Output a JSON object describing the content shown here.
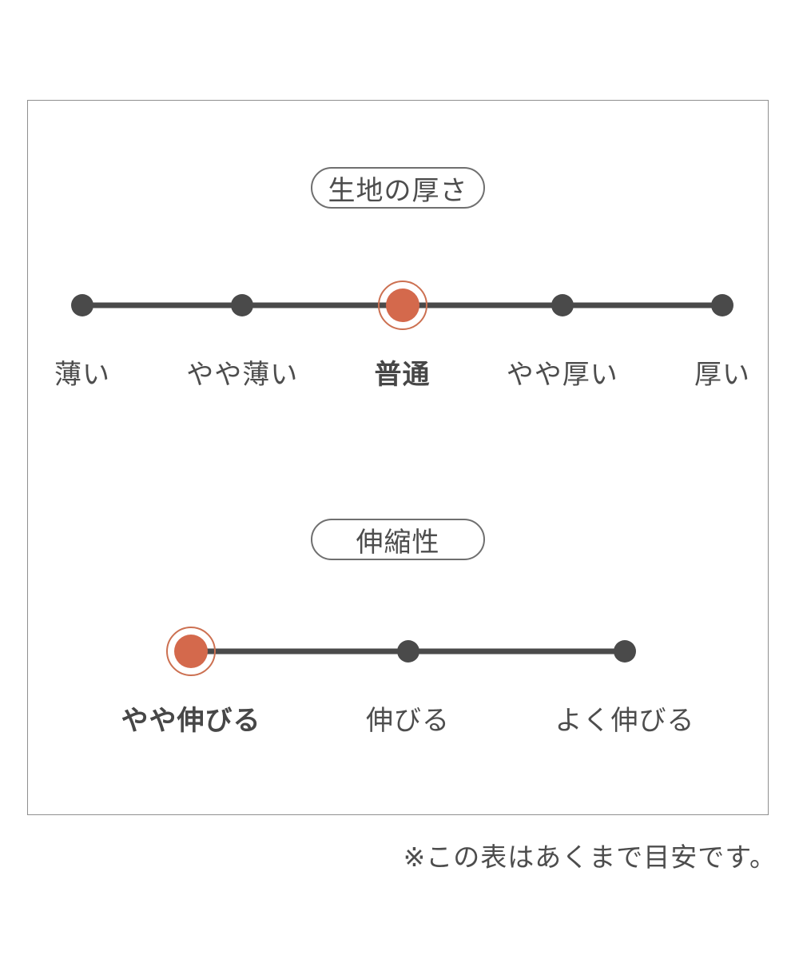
{
  "chart_data": [
    {
      "type": "scatter",
      "title": "生地の厚さ",
      "categories": [
        "薄い",
        "やや薄い",
        "普通",
        "やや厚い",
        "厚い"
      ],
      "selected_index": 2,
      "selected_value": "普通",
      "layout_hint": "5 evenly spaced dots on a horizontal line, selected dot highlighted"
    },
    {
      "type": "scatter",
      "title": "伸縮性",
      "categories": [
        "やや伸びる",
        "伸びる",
        "よく伸びる"
      ],
      "selected_index": 0,
      "selected_value": "やや伸びる",
      "layout_hint": "3 evenly spaced dots on a horizontal line, selected dot highlighted"
    }
  ],
  "panel": {
    "sections": [
      {
        "title": "生地の厚さ",
        "options": [
          "薄い",
          "やや薄い",
          "普通",
          "やや厚い",
          "厚い"
        ],
        "selected_index": 2
      },
      {
        "title": "伸縮性",
        "options": [
          "やや伸びる",
          "伸びる",
          "よく伸びる"
        ],
        "selected_index": 0
      }
    ]
  },
  "footnote": "※この表はあくまで目安です。",
  "colors": {
    "accent": "#d4694c",
    "accent_ring": "#cc7051",
    "dark": "#4a4a4a",
    "text": "#4d4d4d",
    "panel_border": "#8f8f8f",
    "pill_border": "#6f6f6f"
  }
}
